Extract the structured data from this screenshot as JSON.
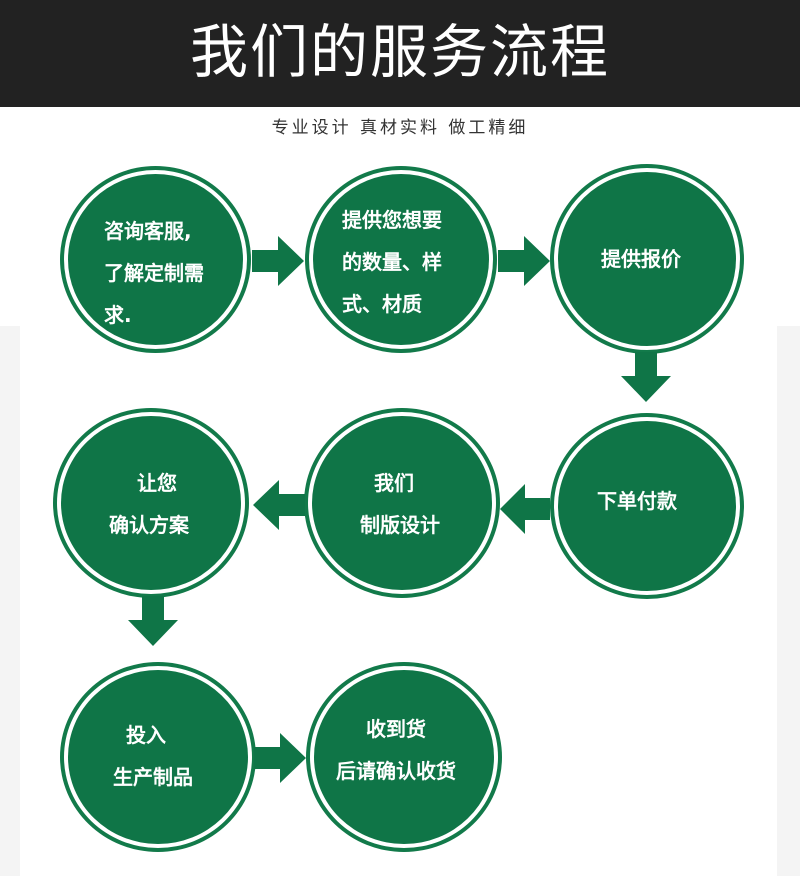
{
  "header": {
    "title": "我们的服务流程"
  },
  "subtitle": "专业设计   真材实料   做工精细",
  "steps": [
    {
      "lines": [
        "咨询客服,",
        "了解定制需",
        "求."
      ]
    },
    {
      "lines": [
        "提供您想要",
        "的数量、样",
        "式、材质"
      ]
    },
    {
      "lines": [
        "提供报价"
      ]
    },
    {
      "lines": [
        "下单付款"
      ]
    },
    {
      "lines": [
        "我们",
        "制版设计"
      ]
    },
    {
      "lines": [
        "让您",
        "确认方案"
      ]
    },
    {
      "lines": [
        "投入",
        "生产制品"
      ]
    },
    {
      "lines": [
        "收到货",
        "后请确认收货"
      ]
    }
  ],
  "colors": {
    "header_bg": "#222222",
    "circle_green": "#0f7547",
    "ring_green": "#127a4a",
    "arrow_green": "#0f7547",
    "side_panel": "#f4f4f4"
  }
}
